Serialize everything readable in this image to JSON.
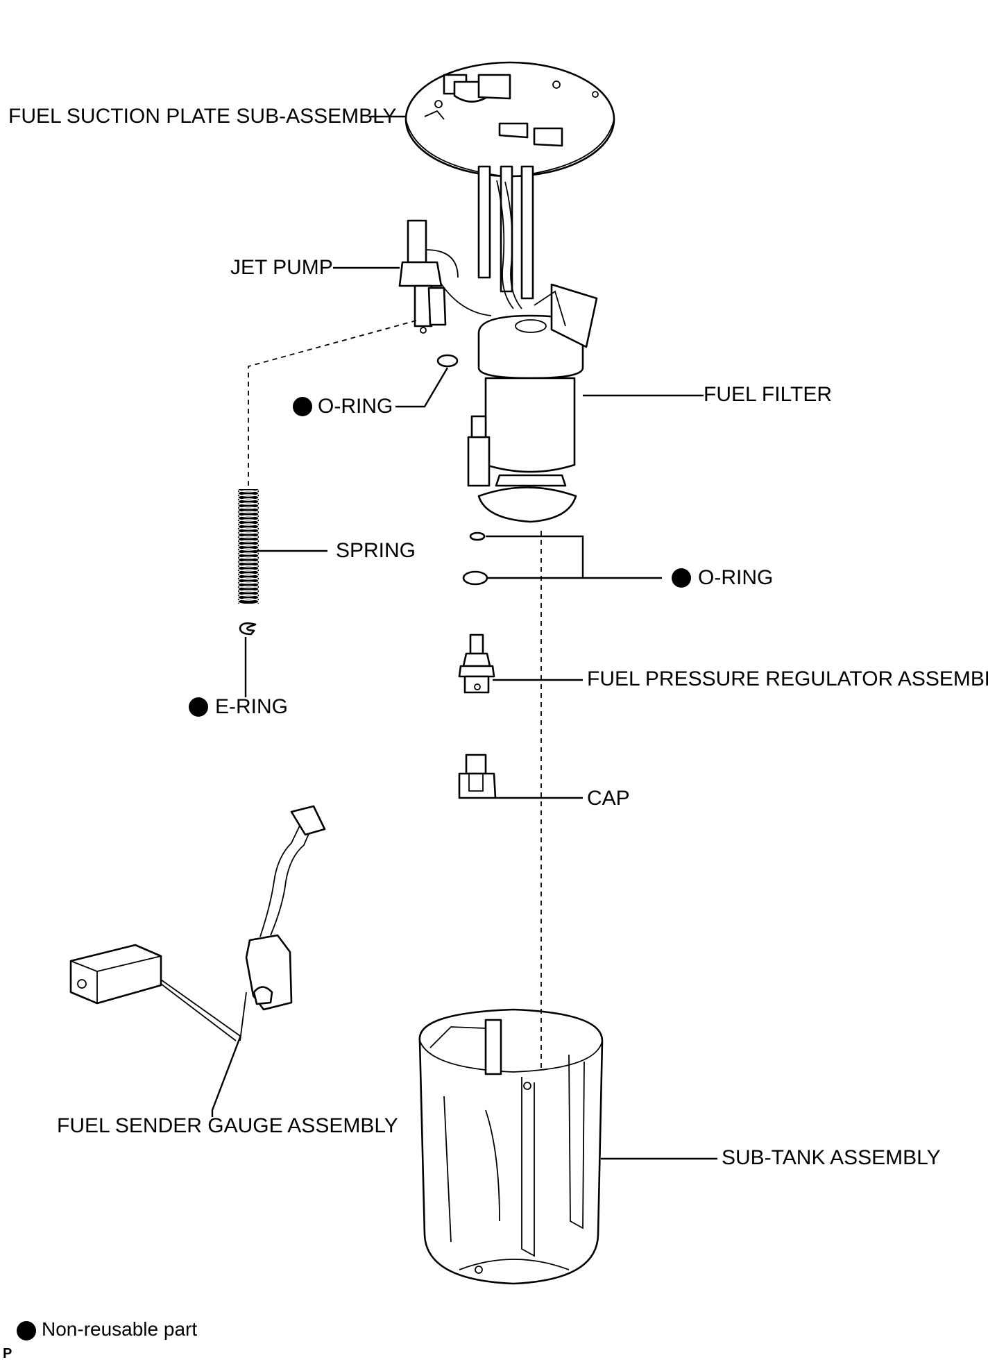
{
  "labels": {
    "fuel_suction_plate": "FUEL SUCTION PLATE SUB-ASSEMBLY",
    "jet_pump": "JET PUMP",
    "o_ring_upper": "O-RING",
    "fuel_filter": "FUEL FILTER",
    "spring": "SPRING",
    "o_ring_lower": "O-RING",
    "fuel_pressure_regulator": "FUEL PRESSURE REGULATOR ASSEMBLY",
    "e_ring": "E-RING",
    "cap": "CAP",
    "fuel_sender_gauge": "FUEL SENDER GAUGE ASSEMBLY",
    "sub_tank": "SUB-TANK ASSEMBLY"
  },
  "legend": {
    "non_reusable": "Non-reusable part"
  },
  "corner_mark": "P"
}
